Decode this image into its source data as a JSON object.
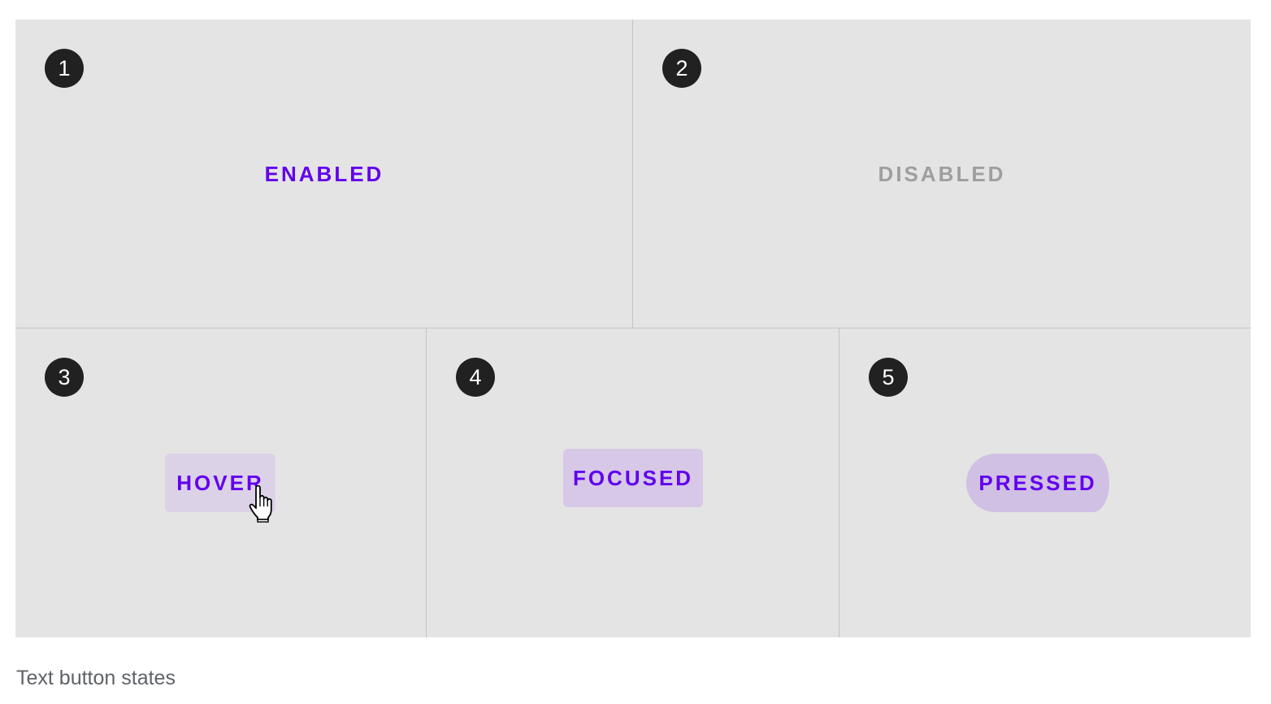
{
  "states": [
    {
      "number": "1",
      "label": "ENABLED"
    },
    {
      "number": "2",
      "label": "DISABLED"
    },
    {
      "number": "3",
      "label": "HOVER"
    },
    {
      "number": "4",
      "label": "FOCUSED"
    },
    {
      "number": "5",
      "label": "PRESSED"
    }
  ],
  "caption": "Text button states",
  "icons": {
    "cursor": "hand-pointer-cursor-icon"
  },
  "colors": {
    "primary": "#6200ee",
    "disabled": "#9e9e9e",
    "panel_background": "#e4e4e4",
    "badge_background": "#212121",
    "hover_overlay": "#dcd2e8",
    "focus_overlay": "#d6c8e6",
    "pressed_overlay": "#d0c0e4"
  }
}
